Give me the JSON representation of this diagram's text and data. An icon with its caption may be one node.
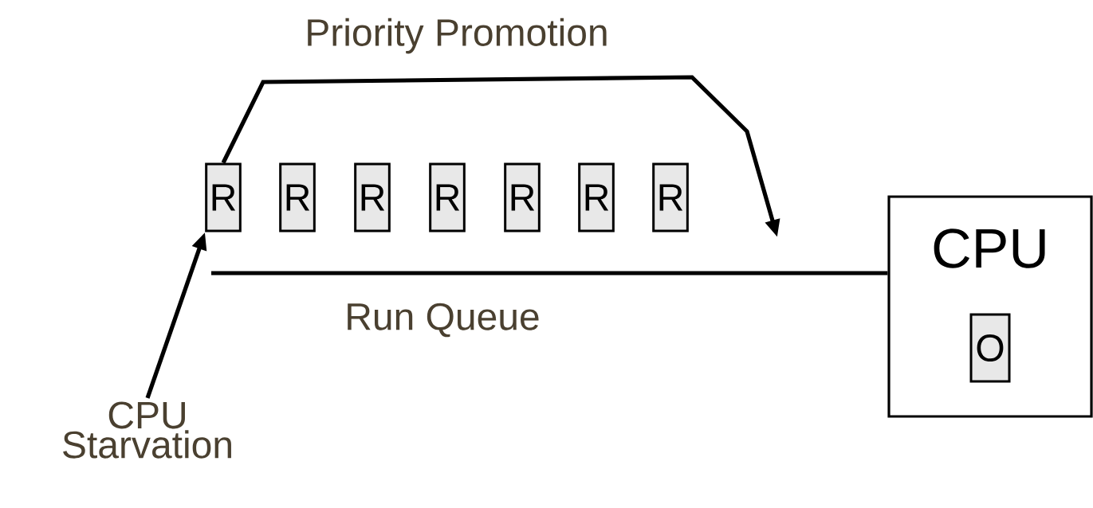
{
  "diagram": {
    "nodes": [
      {
        "text": [
          "R"
        ]
      },
      {
        "text": [
          "R"
        ]
      },
      {
        "text": [
          "R"
        ]
      },
      {
        "text": [
          "R"
        ]
      },
      {
        "text": [
          "R"
        ]
      },
      {
        "text": [
          "R"
        ]
      },
      {
        "text": [
          "R"
        ]
      },
      {
        "text": [
          "CPU"
        ]
      },
      {
        "text": [
          "O"
        ],
        "in": 7
      },
      {
        "text": [
          "CPU Starvation"
        ]
      }
    ],
    "edges": [
      {
        "from": 9,
        "to": 0,
        "arrow": "to"
      },
      {
        "from": 0,
        "to": null,
        "arrow": "to",
        "label": "Priority Promotion"
      },
      {
        "from": null,
        "to": 7,
        "arrow": "none",
        "label": "Run Queue"
      }
    ]
  }
}
